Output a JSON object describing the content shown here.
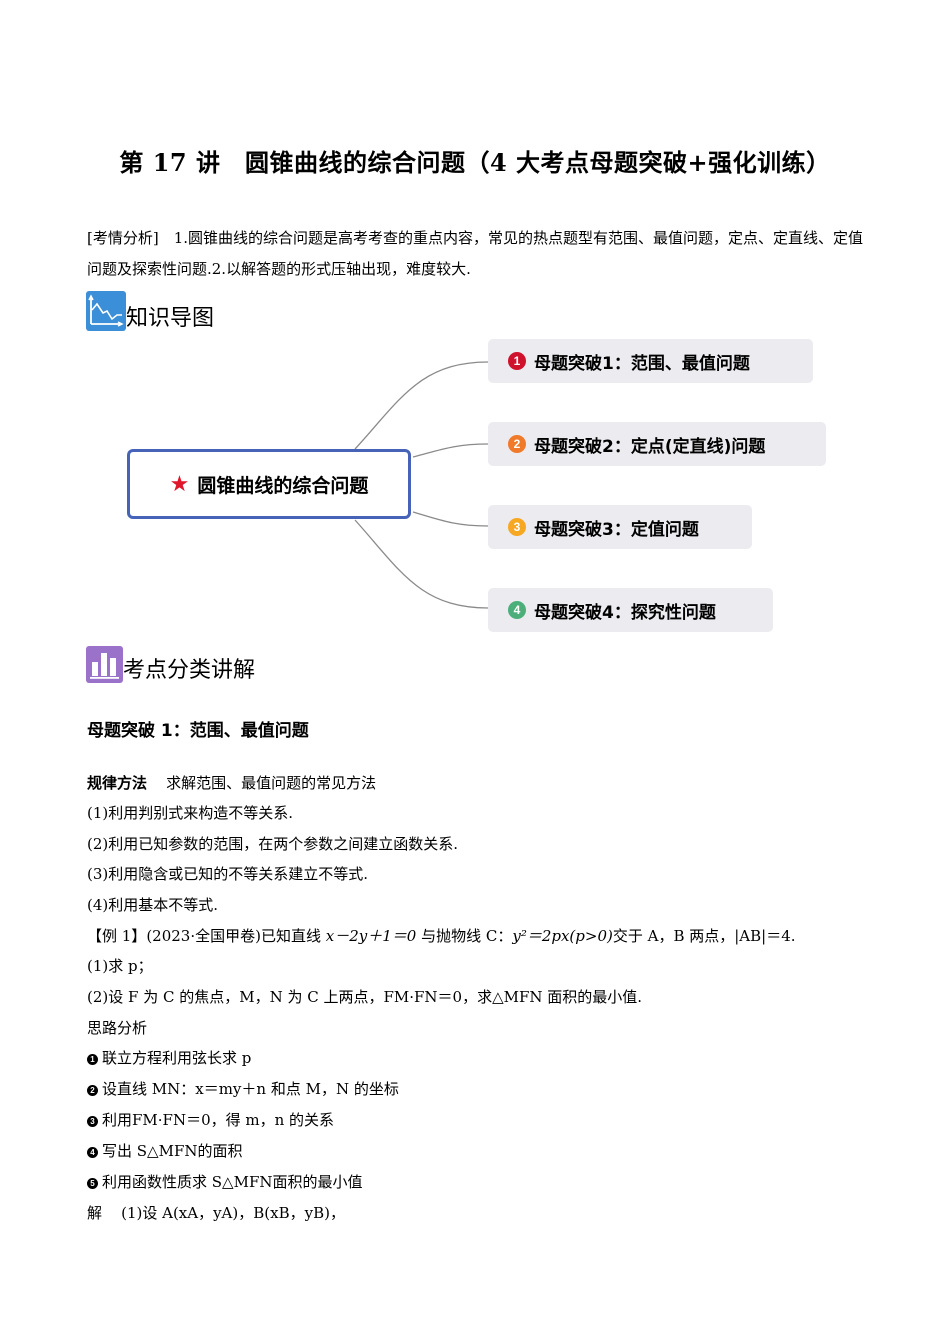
{
  "title": "第 17 讲　圆锥曲线的综合问题（4 大考点母题突破+强化训练）",
  "analysis": {
    "label": "[考情分析]",
    "text": "　1.圆锥曲线的综合问题是高考考查的重点内容，常见的热点题型有范围、最值问题，定点、定直线、定值问题及探索性问题.2.以解答题的形式压轴出现，难度较大."
  },
  "section1": {
    "title": "知识导图",
    "icon_color": "#3a8fd8"
  },
  "mindmap": {
    "central": "圆锥曲线的综合问题",
    "central_border": "#4763b8",
    "star_color": "#e0162b",
    "nodes": [
      {
        "num": "1",
        "label": "母题突破1：范围、最值问题",
        "color": "#d0112b"
      },
      {
        "num": "2",
        "label": "母题突破2：定点(定直线)问题",
        "color": "#f07a2a"
      },
      {
        "num": "3",
        "label": "母题突破3：定值问题",
        "color": "#f7a823"
      },
      {
        "num": "4",
        "label": "母题突破4：探究性问题",
        "color": "#4caf7a"
      }
    ]
  },
  "section2": {
    "title": "考点分类讲解",
    "icon_color": "#9b72c9"
  },
  "sub_heading": "母题突破 1：范围、最值问题",
  "method": {
    "label": "规律方法",
    "title": "求解范围、最值问题的常见方法",
    "items": [
      "(1)利用判别式来构造不等关系.",
      "(2)利用已知参数的范围，在两个参数之间建立函数关系.",
      "(3)利用隐含或已知的不等关系建立不等式.",
      "(4)利用基本不等式."
    ]
  },
  "example": {
    "label": "【例 1】",
    "source": "(2023·全国甲卷)",
    "text_a": "已知直线 ",
    "eq1": "x－2y＋1＝0",
    "text_b": " 与抛物线 C：",
    "eq2": "y²＝2px(p>0)",
    "text_c": "交于 A，B 两点，|AB|＝4.",
    "q1": "(1)求 p；",
    "q2": "(2)设 F 为 C 的焦点，M，N 为 C 上两点，FM·FN＝0，求△MFN 面积的最小值."
  },
  "thinking": {
    "label": "思路分析",
    "steps": [
      {
        "num": "1",
        "text": "联立方程利用弦长求 p"
      },
      {
        "num": "2",
        "text": "设直线 MN：x＝my＋n 和点 M，N 的坐标"
      },
      {
        "num": "3",
        "text": "利用FM·FN＝0，得 m，n 的关系"
      },
      {
        "num": "4",
        "text": "写出 S△MFN的面积"
      },
      {
        "num": "5",
        "text": "利用函数性质求 S△MFN面积的最小值"
      }
    ]
  },
  "solution": {
    "label": "解",
    "text": "(1)设 A(xA，yA)，B(xB，yB)，"
  }
}
